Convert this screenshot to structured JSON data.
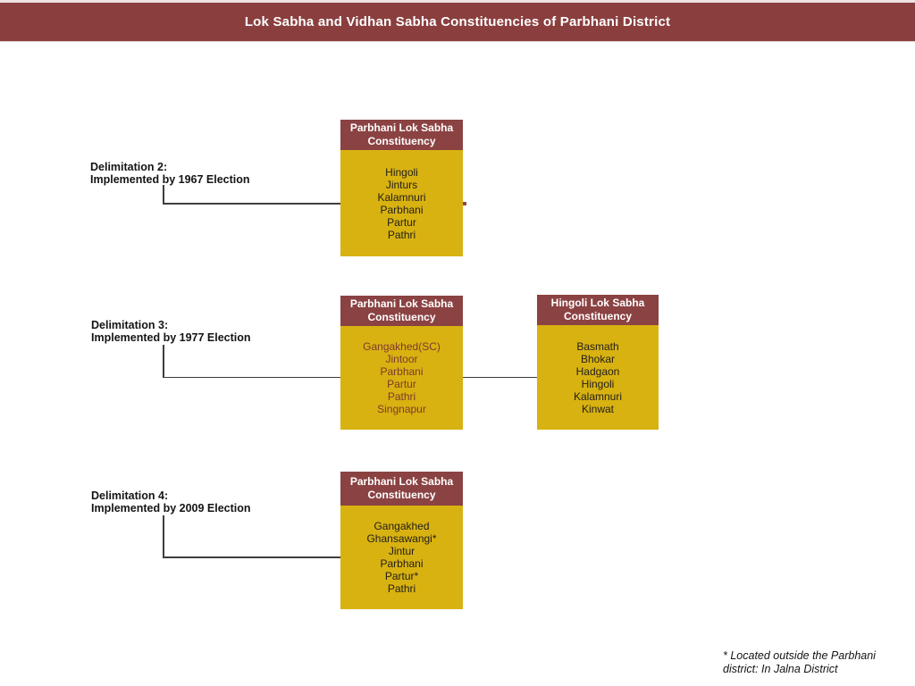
{
  "title": "Lok Sabha and Vidhan Sabha Constituencies of Parbhani District",
  "colors": {
    "title_bar": "#8A3E3E",
    "box_header": "#8B4242",
    "box_body_gold": "#D8B211",
    "maroon_item_text": "#7E3A2C",
    "dark_item_text": "#24201B",
    "connector_line": "#3D3D3D"
  },
  "sections": [
    {
      "label_title": "Delimitation 2:",
      "label_subtitle": "Implemented by 1967 Election",
      "boxes": [
        {
          "header_line1": "Parbhani Lok Sabha",
          "header_line2": "Constituency",
          "items": [
            "Hingoli",
            "Jinturs",
            "Kalamnuri",
            "Parbhani",
            "Partur",
            "Pathri"
          ]
        }
      ]
    },
    {
      "label_title": "Delimitation 3:",
      "label_subtitle": "Implemented by 1977 Election",
      "boxes": [
        {
          "header_line1": "Parbhani Lok Sabha",
          "header_line2": "Constituency",
          "items": [
            "Gangakhed(SC)",
            "Jintoor",
            "Parbhani",
            "Partur",
            "Pathri",
            "Singnapur"
          ]
        },
        {
          "header_line1": "Hingoli Lok Sabha",
          "header_line2": "Constituency",
          "items": [
            "Basmath",
            "Bhokar",
            "Hadgaon",
            "Hingoli",
            "Kalamnuri",
            "Kinwat"
          ]
        }
      ]
    },
    {
      "label_title": "Delimitation 4:",
      "label_subtitle": "Implemented by 2009 Election",
      "boxes": [
        {
          "header_line1": "Parbhani Lok Sabha",
          "header_line2": "Constituency",
          "items": [
            "Gangakhed",
            "Ghansawangi*",
            "Jintur",
            "Parbhani",
            "Partur*",
            "Pathri"
          ]
        }
      ]
    }
  ],
  "footnote": {
    "line1": "* Located outside the Parbhani",
    "line2": "district: In Jalna District"
  }
}
